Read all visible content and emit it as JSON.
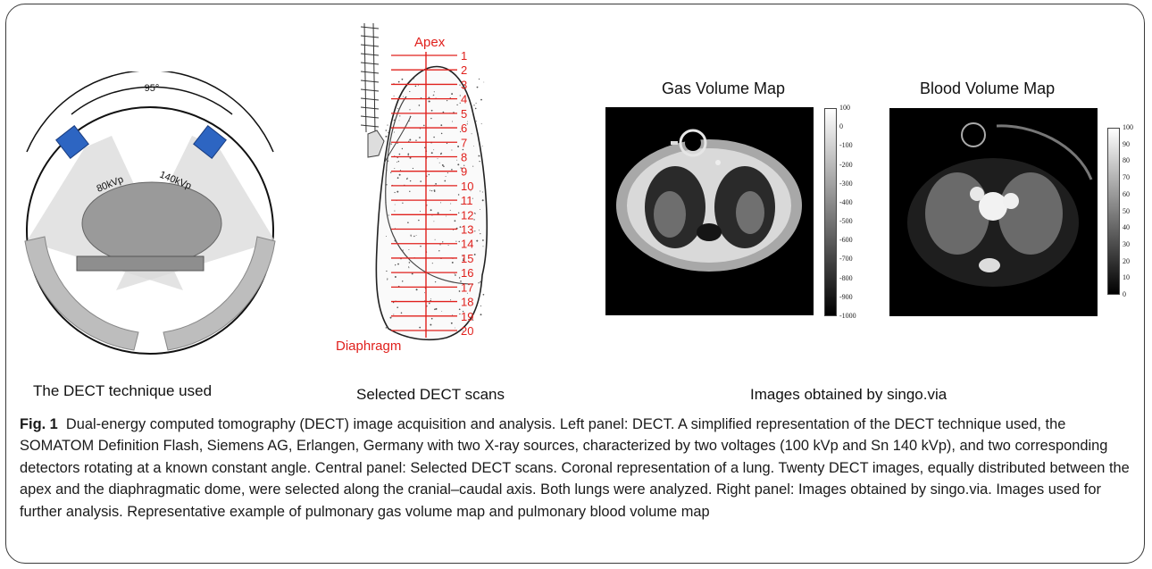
{
  "figure": {
    "panels": {
      "left_label": "The DECT technique used",
      "center_label": "Selected DECT scans",
      "right_label": "Images obtained by singo.via"
    },
    "dect_diagram": {
      "angle": "95°",
      "voltage_low": "80kVp",
      "voltage_high": "140kVp"
    },
    "lung_diagram": {
      "top_label": "Apex",
      "bottom_label": "Diaphragm",
      "scan_numbers": [
        "1",
        "2",
        "3",
        "4",
        "5",
        "6",
        "7",
        "8",
        "9",
        "10",
        "11",
        "12",
        "13",
        "14",
        "15",
        "16",
        "17",
        "18",
        "19",
        "20"
      ],
      "accent_color": "#e0201c"
    },
    "gas_map": {
      "title": "Gas Volume Map",
      "ticks": [
        "100",
        "0",
        "-100",
        "-200",
        "-300",
        "-400",
        "-500",
        "-600",
        "-700",
        "-800",
        "-900",
        "-1000"
      ]
    },
    "blood_map": {
      "title": "Blood Volume Map",
      "ticks": [
        "100",
        "90",
        "80",
        "70",
        "60",
        "50",
        "40",
        "30",
        "20",
        "10",
        "0"
      ]
    }
  },
  "caption": {
    "label": "Fig. 1",
    "text": "Dual-energy computed tomography (DECT) image acquisition and analysis. Left panel: DECT. A simplified representation of the DECT technique used, the SOMATOM Definition Flash, Siemens AG, Erlangen, Germany with two X-ray sources, characterized by two voltages (100 kVp and Sn 140 kVp), and two corresponding detectors rotating at a known constant angle. Central panel: Selected DECT scans. Coronal representation of a lung. Twenty DECT images, equally distributed between the apex and the diaphragmatic dome, were selected along the cranial–caudal axis. Both lungs were analyzed. Right panel: Images obtained by singo.via. Images used for further analysis. Representative example of pulmonary gas volume map and pulmonary blood volume map"
  }
}
